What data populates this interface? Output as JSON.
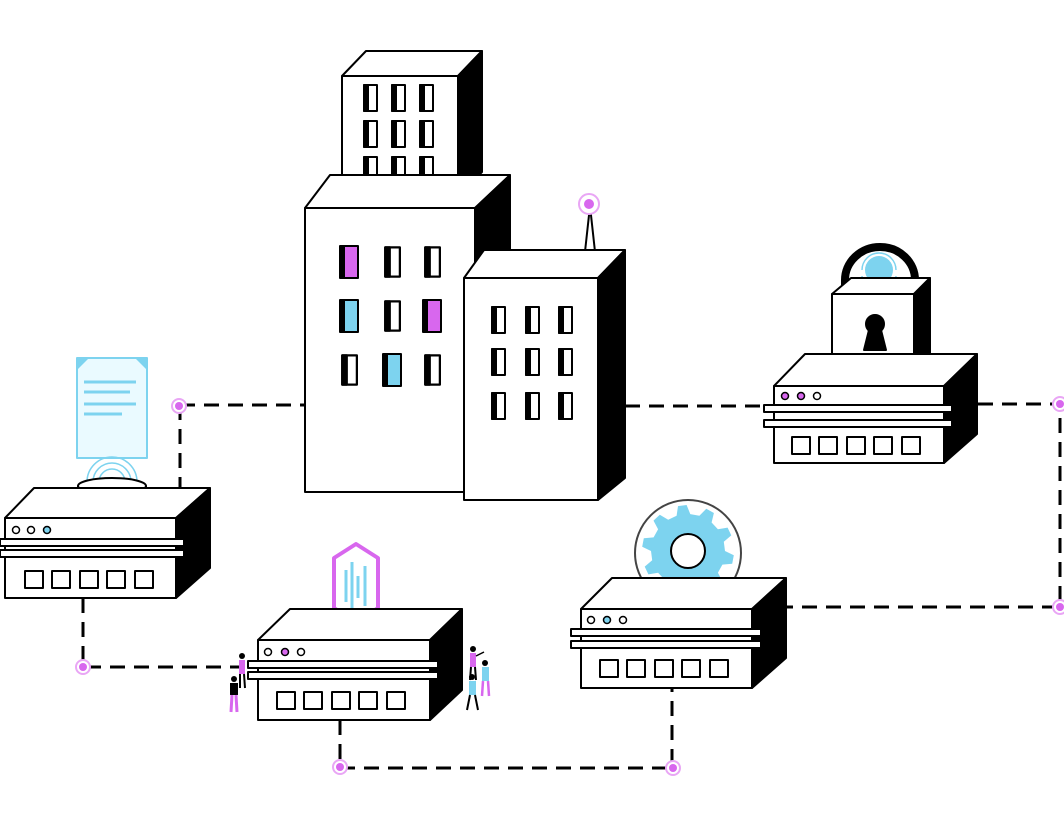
{
  "illustration": {
    "theme": "network of servers connected to office buildings",
    "colors": {
      "outline": "#000000",
      "fill": "#ffffff",
      "accent_pink": "#d867ee",
      "accent_blue": "#7dd3ef",
      "node_ring": "#e9a6f5"
    },
    "elements": [
      {
        "name": "server-with-document",
        "icon": "document-hologram-icon"
      },
      {
        "name": "server-with-crystal",
        "icon": "hexagon-crystal-icon"
      },
      {
        "name": "server-with-gear",
        "icon": "gear-icon"
      },
      {
        "name": "server-with-padlock",
        "icon": "padlock-icon"
      },
      {
        "name": "office-buildings",
        "icon": "building-icon"
      },
      {
        "name": "people-group",
        "icon": "person-icon"
      }
    ]
  }
}
